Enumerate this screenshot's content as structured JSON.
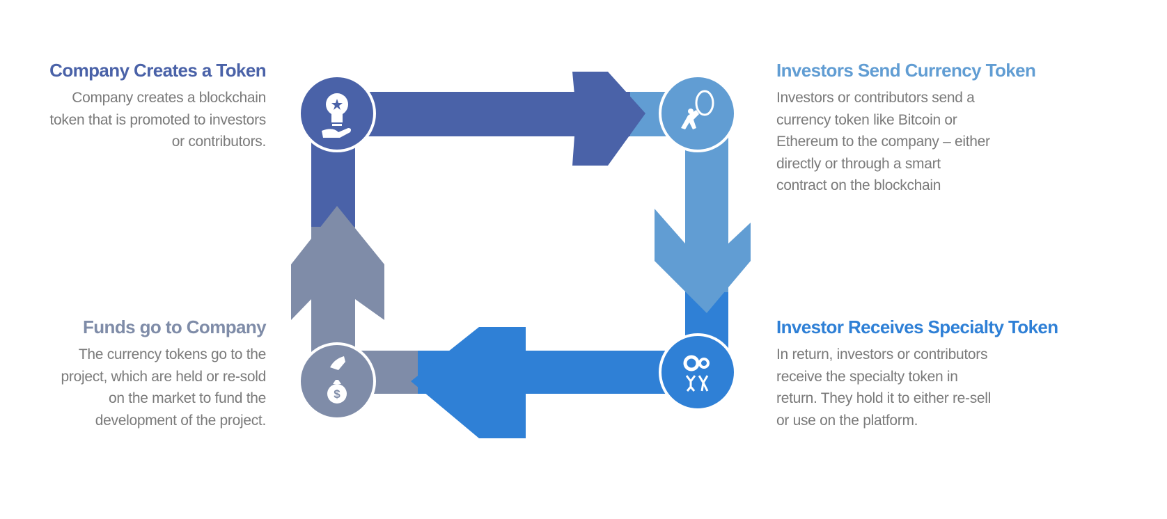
{
  "colors": {
    "step1": "#4a62a8",
    "step2": "#619dd3",
    "step3": "#2f80d6",
    "step4": "#7f8ca8",
    "body_text": "#7a7a7a"
  },
  "steps": [
    {
      "title": "Company  Creates a Token",
      "lines": [
        "Company creates a blockchain",
        "token that is promoted to investors",
        "or contributors."
      ],
      "icon": "lightbulb-in-hand-icon"
    },
    {
      "title": "Investors Send Currency Token",
      "lines": [
        "Investors or contributors send a",
        "currency token like Bitcoin or",
        "Ethereum to the company – either",
        "directly or through a smart",
        "contract on the blockchain"
      ],
      "icon": "person-pushing-coin-icon"
    },
    {
      "title": "Investor Receives Specialty Token",
      "lines": [
        "In return, investors or contributors",
        "receive the specialty token in",
        "return. They hold it to either re-sell",
        "or use on the platform."
      ],
      "icon": "gears-people-icon"
    },
    {
      "title": "Funds go to Company",
      "lines": [
        "The currency tokens go to the",
        "project, which are held or re-sold",
        "on the market to fund the",
        "development of the project."
      ],
      "icon": "hand-money-bag-icon"
    }
  ]
}
